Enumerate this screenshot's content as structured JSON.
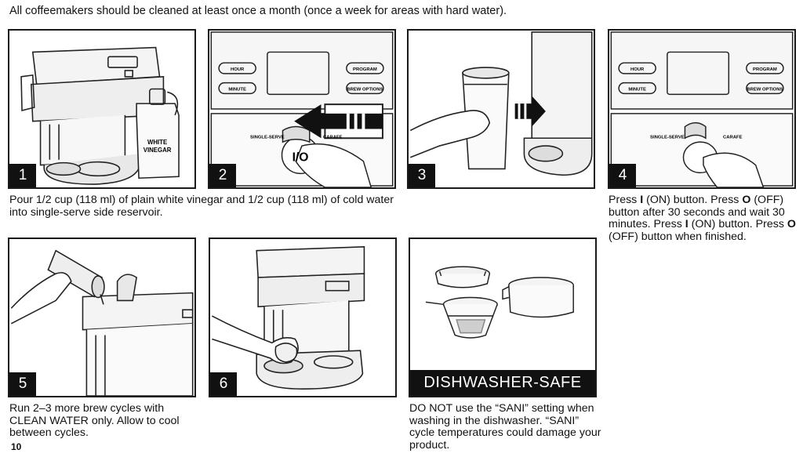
{
  "intro": "All coffeemakers should be cleaned at least once a month (once a week for areas with hard water).",
  "steps": [
    {
      "num": "1",
      "caption": "Pour 1/2 cup (118 ml) of plain white vinegar and 1/2 cup (118 ml) of cold water into single-serve side reservoir.",
      "bottle_label": "WHITE VINEGAR"
    },
    {
      "num": "2",
      "buttons": {
        "hour": "HOUR",
        "minute": "MINUTE",
        "program": "PROGRAM",
        "brew_options": "BREW OPTIONS",
        "single_serve": "SINGLE-SERVE",
        "carafe": "CARAFE",
        "power": "I/O"
      }
    },
    {
      "num": "3"
    },
    {
      "num": "4",
      "caption_parts": [
        "Press ",
        "I",
        " (ON) button. Press ",
        "O",
        " (OFF) button after 30 seconds and wait 30 minutes. Press ",
        "I",
        " (ON) button. Press ",
        "O",
        " (OFF) button when finished."
      ]
    },
    {
      "num": "5",
      "caption": "Run 2–3 more brew cycles with CLEAN WATER only. Allow to cool between cycles."
    },
    {
      "num": "6"
    }
  ],
  "dishwasher": {
    "label": "DISHWASHER-SAFE",
    "caption": "DO NOT use the “SANI” setting when washing in the dishwasher. “SANI” cycle temperatures could damage your product."
  },
  "page_number": "10"
}
